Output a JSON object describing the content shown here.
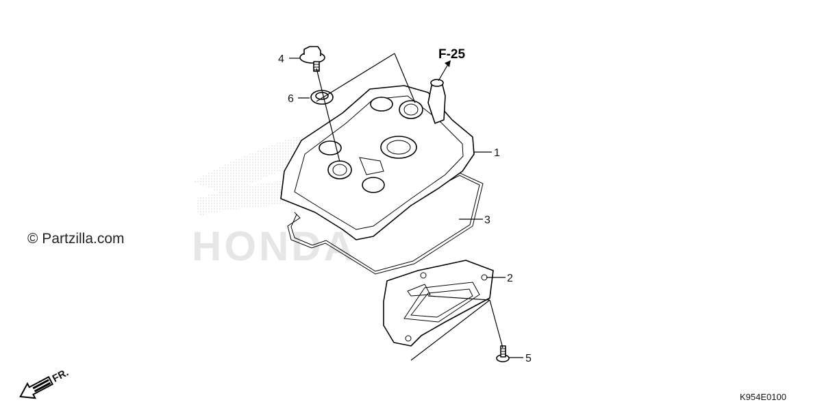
{
  "watermark": "© Partzilla.com",
  "reference": "F-25",
  "diagram_code": "K954E0100",
  "direction_label": "FR.",
  "background_logo": "HONDA",
  "callouts": {
    "c1": "1",
    "c2": "2",
    "c3": "3",
    "c4": "4",
    "c5": "5",
    "c6": "6"
  },
  "icons": {
    "direction_arrow": "fr-arrow-icon",
    "reference_arrow": "up-arrow-icon"
  }
}
